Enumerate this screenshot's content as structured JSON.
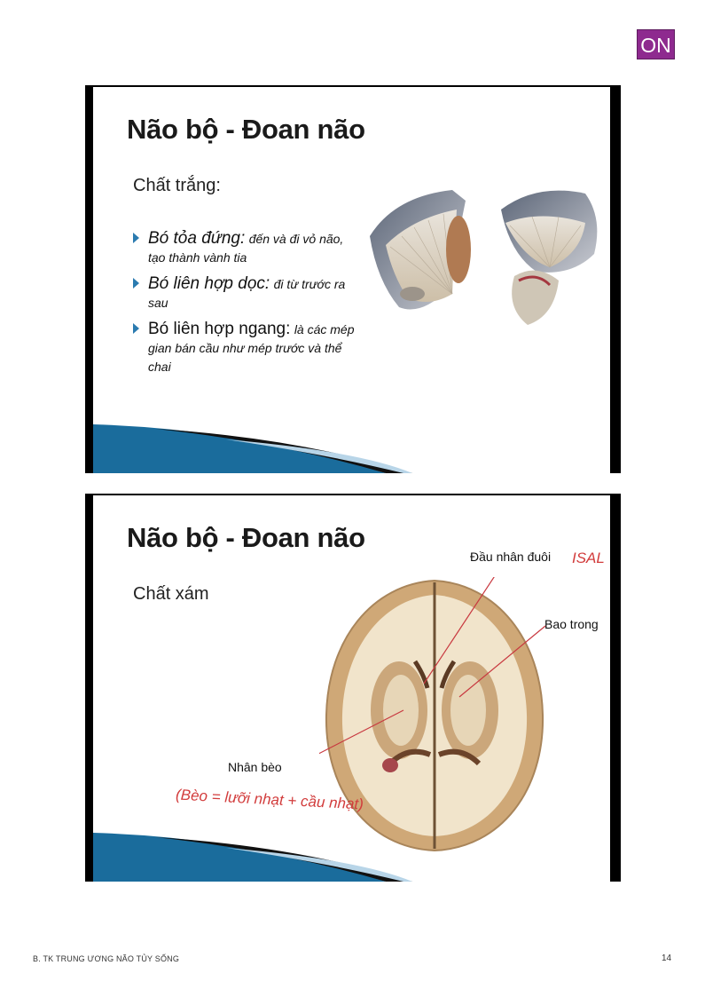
{
  "badge": "ON",
  "slides": [
    {
      "title": "Não bộ - Đoan não",
      "subtitle": "Chất trắng:",
      "bullets": [
        {
          "term": "Bó tỏa đứng:",
          "desc": "đến và đi vỏ não, tạo thành vành tia"
        },
        {
          "term": "Bó liên hợp dọc:",
          "desc": "đi từ trước ra sau"
        },
        {
          "term": "Bó liên hợp ngang:",
          "desc": "là các mép gian bán cầu như mép trước và thể chai"
        }
      ]
    },
    {
      "title": "Não bộ - Đoan não",
      "subtitle": "Chất xám",
      "labels": {
        "caudate": "Đầu nhân đuôi",
        "internal_capsule": "Bao trong",
        "lentiform": "Nhân bèo"
      },
      "handwriting": {
        "near_caudate": "ISAL",
        "lower_note": "(Bèo = lưỡi nhạt + cầu nhạt)"
      }
    }
  ],
  "footer": {
    "left": "B. TK TRUNG ƯƠNG NÃO TỦY SỐNG",
    "page": "14"
  },
  "colors": {
    "badge": "#8e2a8f",
    "bullet_arrow": "#2b7bb0",
    "swoosh_blue": "#1a6c9c",
    "handwriting": "#d23c3c"
  }
}
